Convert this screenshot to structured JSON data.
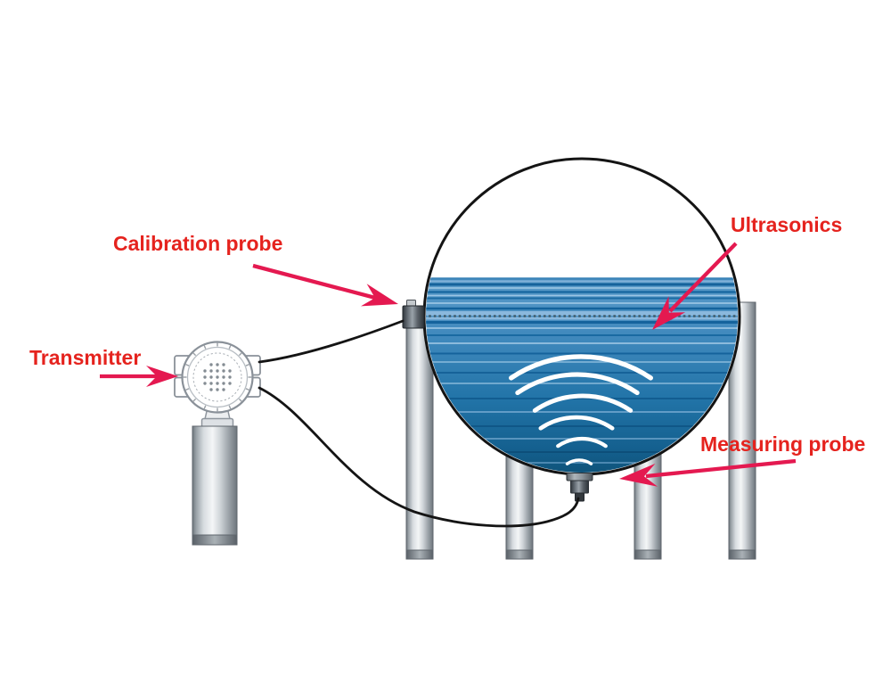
{
  "labels": {
    "calibration_probe": "Calibration probe",
    "transmitter": "Transmitter",
    "ultrasonics": "Ultrasonics",
    "measuring_probe": "Measuring probe"
  },
  "colors": {
    "background": "#ffffff",
    "label_text": "#e5231e",
    "arrow": "#e41950",
    "tank_outline": "#141414",
    "water_surface_light": "#a6cce8",
    "water_mid_blue": "#4a8fc3",
    "water_dark_stripe": "#15639c",
    "water_deep": "#0e5176",
    "ultrasonic_wave": "#ffffff",
    "metal_light": "#f4f6f7",
    "metal_dark": "#6d757c",
    "probe_gray": "#4a5158",
    "cable": "#141414"
  }
}
